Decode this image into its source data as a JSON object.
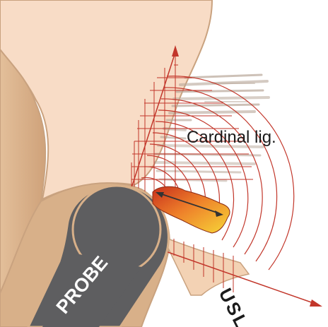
{
  "labels": {
    "cardinal_ligament": "Cardinal lig.",
    "probe": "PROBE",
    "usl": "USL"
  },
  "colors": {
    "background": "#ffffff",
    "tissue_light": "#f8dcc6",
    "tissue_outline": "#c9a27f",
    "vaginal_wall": "#d8b089",
    "probe_body": "#5e5e60",
    "probe_text": "#ffffff",
    "grid_lines": "#c2362a",
    "ligament_texture": "#b9a89a",
    "lesion_fill_top": "#d2361c",
    "lesion_fill_mid": "#f0862a",
    "lesion_fill_bottom": "#f6d335",
    "lesion_arrow": "#333333"
  },
  "icons": {
    "probe": "ultrasound-probe",
    "lesion": "nodule-with-double-arrow"
  }
}
